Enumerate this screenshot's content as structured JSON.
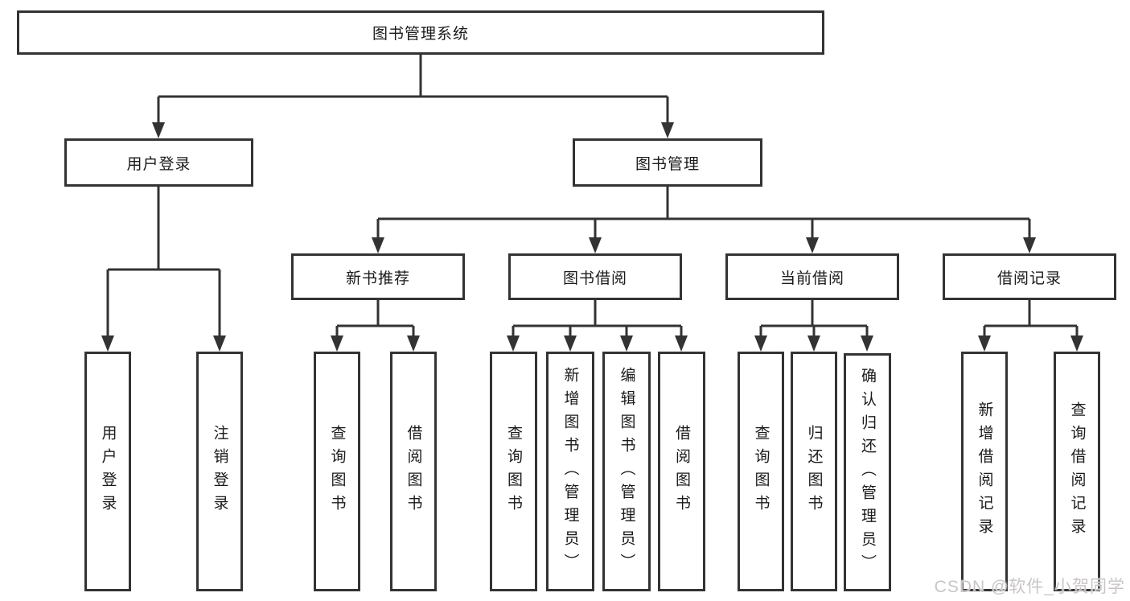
{
  "diagram": {
    "root": "图书管理系统",
    "level1": [
      "用户登录",
      "图书管理"
    ],
    "level2": [
      "新书推荐",
      "图书借阅",
      "当前借阅",
      "借阅记录"
    ],
    "leaves": {
      "login": [
        "用户登录",
        "注销登录"
      ],
      "new_book_recommend": [
        "查询图书",
        "借阅图书"
      ],
      "book_borrow": [
        "查询图书",
        "新增图书（管理员）",
        "编辑图书（管理员）",
        "借阅图书"
      ],
      "current_borrow": [
        "查询图书",
        "归还图书",
        "确认归还（管理员）"
      ],
      "borrow_records": [
        "新增借阅记录",
        "查询借阅记录"
      ]
    }
  },
  "watermark": "CSDN @软件_小贺同学",
  "colors": {
    "line": "#333333",
    "box_border": "#333333",
    "text": "#1a1a1a",
    "watermark": "#c9c5c6",
    "background": "#ffffff"
  }
}
